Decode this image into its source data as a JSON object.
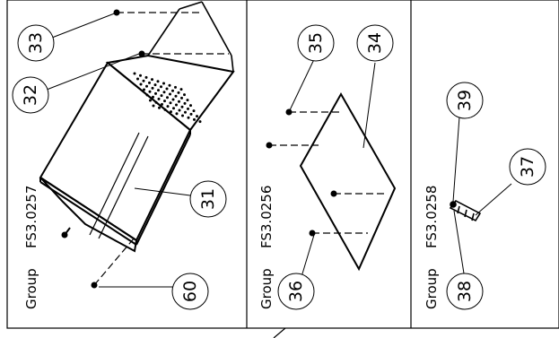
{
  "groups": [
    {
      "label": "Group",
      "code": "FS3.0257"
    },
    {
      "label": "Group",
      "code": "FS3.0256"
    },
    {
      "label": "Group",
      "code": "FS3.0258"
    }
  ],
  "callouts": {
    "c33": "33",
    "c32": "32",
    "c31": "31",
    "c60": "60",
    "c35": "35",
    "c34": "34",
    "c36": "36",
    "c39": "39",
    "c37": "37",
    "c38": "38"
  }
}
